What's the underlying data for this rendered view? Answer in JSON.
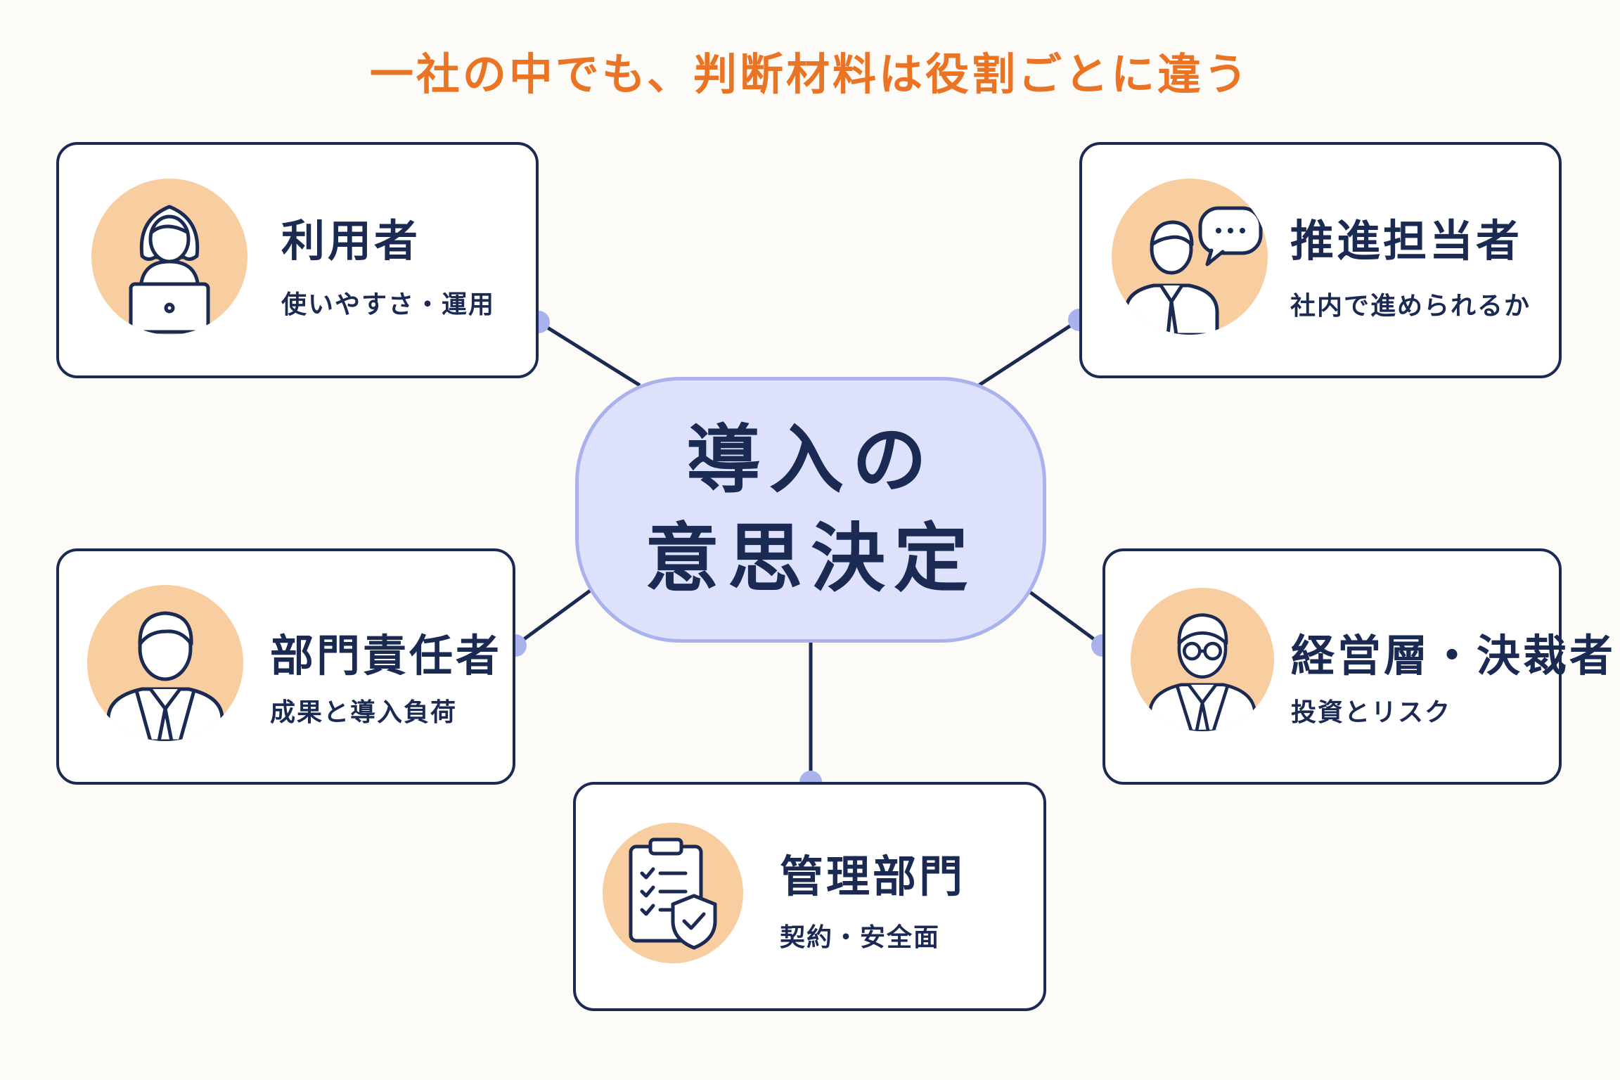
{
  "title": "一社の中でも、判断材料は役割ごとに違う",
  "center": {
    "line1": "導入の",
    "line2": "意思決定"
  },
  "roles": {
    "user": {
      "name": "利用者",
      "desc": "使いやすさ・運用"
    },
    "promoter": {
      "name": "推進担当者",
      "desc": "社内で進められるか"
    },
    "dept_head": {
      "name": "部門責任者",
      "desc": "成果と導入負荷"
    },
    "executive": {
      "name": "経営層・決裁者",
      "desc": "投資とリスク"
    },
    "admin": {
      "name": "管理部門",
      "desc": "契約・安全面"
    }
  },
  "colors": {
    "title": "#ea7424",
    "navy": "#1b2a52",
    "center_fill": "#dde1fb",
    "center_border": "#a9b2ec",
    "avatar_bg": "#f8cda0",
    "connector_dot": "#a9b2ec"
  },
  "icons": {
    "user": "person-with-laptop-icon",
    "promoter": "person-with-speech-bubble-icon",
    "dept_head": "businessman-icon",
    "executive": "businessman-with-glasses-icon",
    "admin": "clipboard-checklist-shield-icon"
  }
}
